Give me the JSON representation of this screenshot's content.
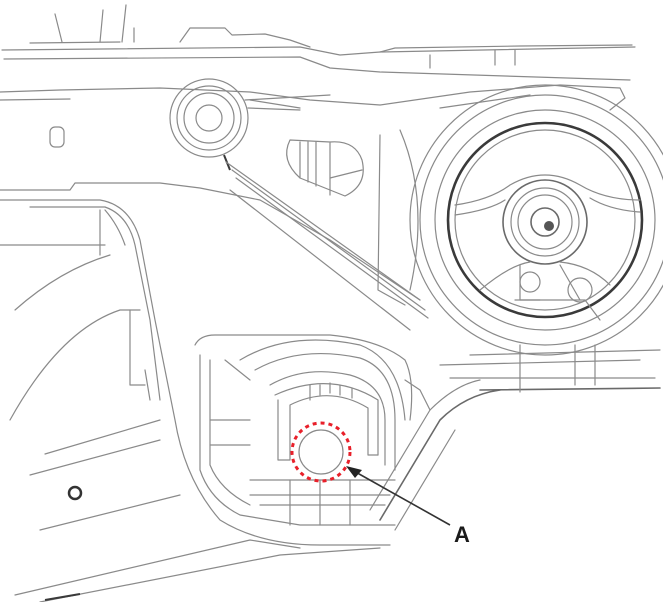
{
  "diagram": {
    "type": "mechanical-line-drawing",
    "subject": "engine/transmission mount bracket with rubber insulator and mounting bolt hole",
    "line_color": "#8a8a8a",
    "highlight_color": "#e8202a"
  },
  "components": [
    {
      "id": "mount-insulator",
      "description": "large circular rubber mount insulator (upper right)"
    },
    {
      "id": "bushing-upper-left",
      "description": "small round bushing (upper left)"
    },
    {
      "id": "bracket-housing",
      "description": "lower bracket housing with bolt hole"
    },
    {
      "id": "bolt-hole",
      "description": "circular bolt hole highlighted with red dashed circle"
    }
  ],
  "callouts": [
    {
      "label": "A",
      "target": "bolt-hole",
      "marker": "red dashed circle",
      "arrow": true
    }
  ]
}
